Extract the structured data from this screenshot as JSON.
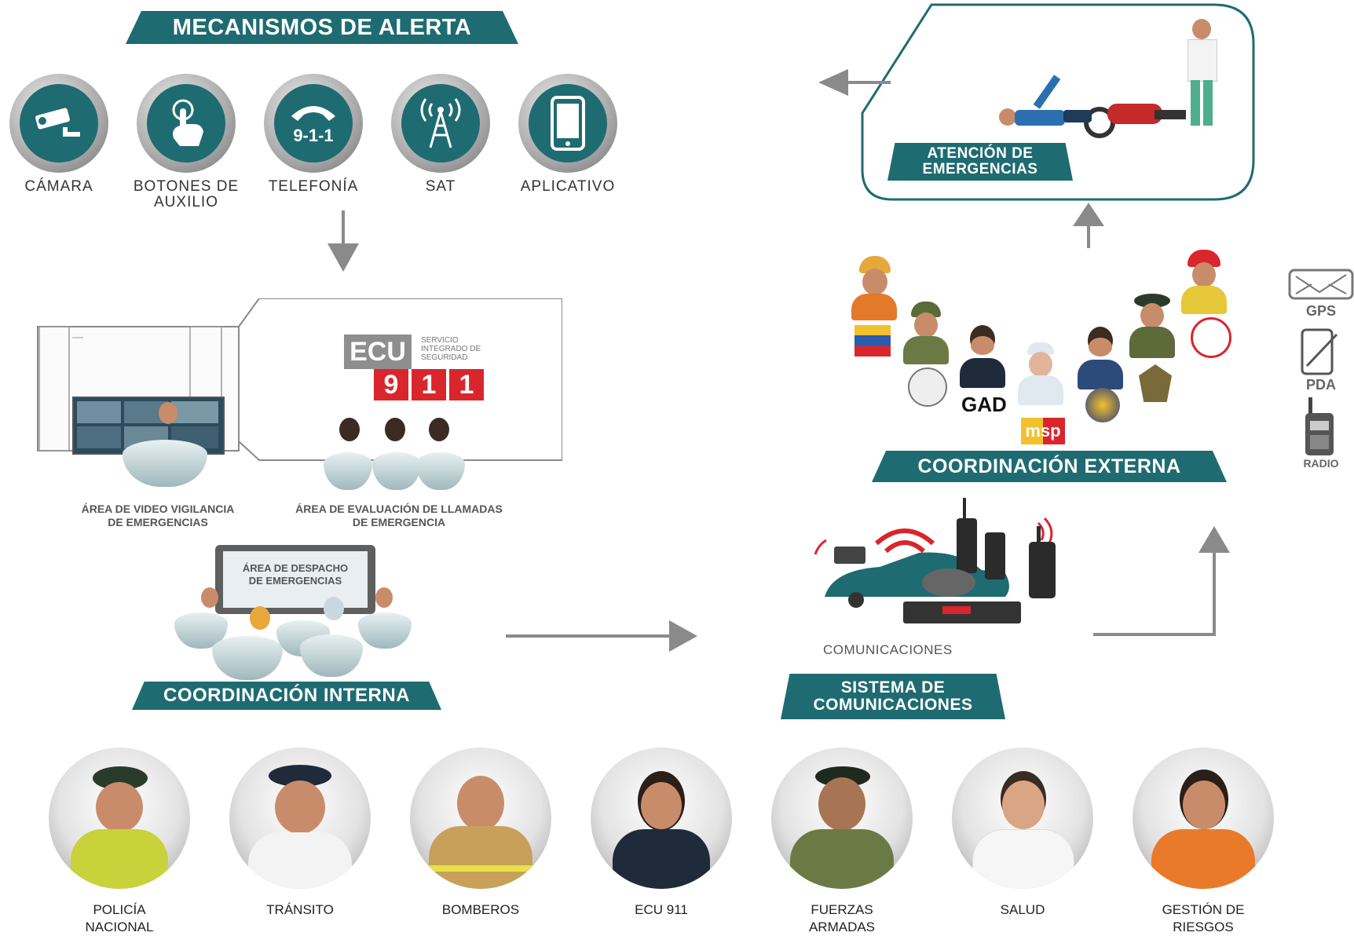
{
  "alert": {
    "title": "MECANISMOS DE ALERTA",
    "items": [
      {
        "label": "CÁMARA",
        "icon": "camera-icon"
      },
      {
        "label": "BOTONES DE AUXILIO",
        "icon": "touch-button-icon"
      },
      {
        "label": "TELEFONÍA",
        "icon": "phone-911-icon",
        "badge": "9-1-1"
      },
      {
        "label": "SAT",
        "icon": "antenna-icon"
      },
      {
        "label": "APLICATIVO",
        "icon": "smartphone-icon"
      }
    ]
  },
  "center": {
    "logo_ecu": "ECU",
    "logo_911": [
      "9",
      "1",
      "1"
    ],
    "logo_text": "SERVICIO INTEGRADO DE SEGURIDAD",
    "area_video": "ÁREA DE VIDEO VIGILANCIA DE EMERGENCIAS",
    "area_calls": "ÁREA DE EVALUACIÓN DE LLAMADAS DE EMERGENCIA",
    "area_dispatch": "ÁREA DE DESPACHO DE EMERGENCIAS",
    "internal_title": "COORDINACIÓN INTERNA"
  },
  "comms": {
    "label": "COMUNICACIONES",
    "title": "SISTEMA DE COMUNICACIONES"
  },
  "external": {
    "title": "COORDINACIÓN EXTERNA",
    "gad": "GAD",
    "msp": "msp"
  },
  "attention": {
    "title": "ATENCIÓN DE EMERGENCIAS"
  },
  "devices": [
    {
      "label": "GPS",
      "icon": "gps-icon"
    },
    {
      "label": "PDA",
      "icon": "pda-icon"
    },
    {
      "label": "RADIO",
      "icon": "radio-icon"
    }
  ],
  "institutions": [
    {
      "label": "POLICÍA NACIONAL"
    },
    {
      "label": "TRÁNSITO"
    },
    {
      "label": "BOMBEROS"
    },
    {
      "label": "ECU 911"
    },
    {
      "label": "FUERZAS ARMADAS"
    },
    {
      "label": "SALUD"
    },
    {
      "label": "GESTIÓN DE RIESGOS"
    }
  ],
  "colors": {
    "teal": "#1f6b72",
    "red": "#d9262c",
    "gray": "#8a8a8a"
  }
}
